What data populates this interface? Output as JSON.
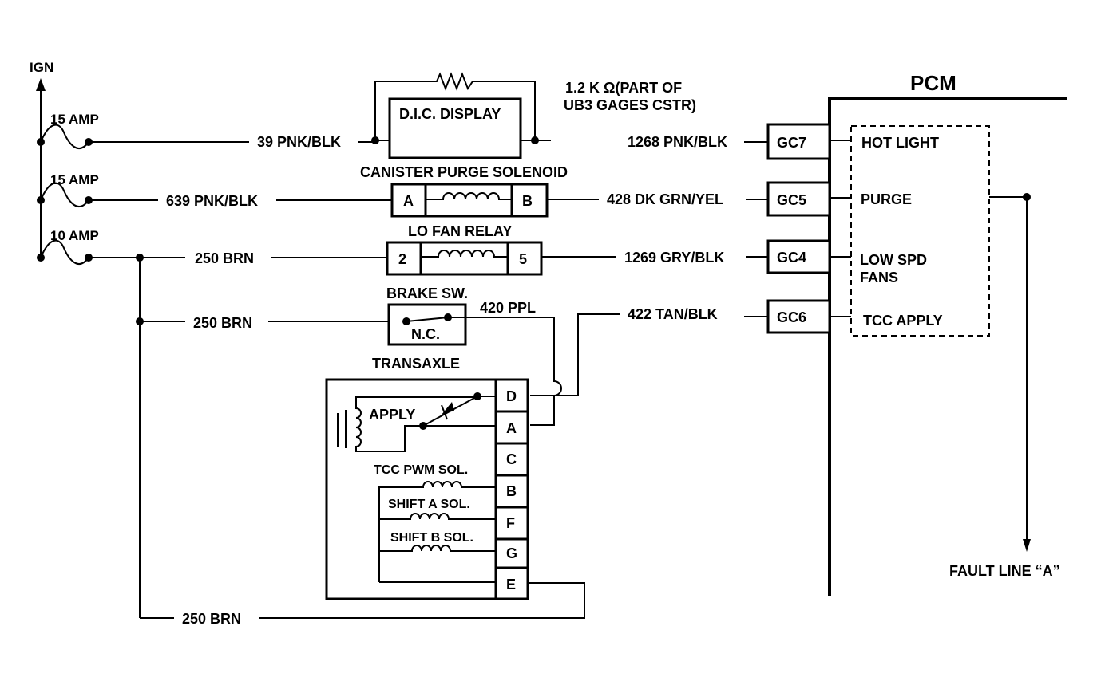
{
  "power": {
    "ign_label": "IGN",
    "fuse1_label": "15 AMP",
    "fuse2_label": "15 AMP",
    "fuse3_label": "10 AMP"
  },
  "wires": {
    "w39": "39 PNK/BLK",
    "w639": "639 PNK/BLK",
    "w250a": "250 BRN",
    "w250b": "250 BRN",
    "w250c": "250 BRN",
    "w1268": "1268 PNK/BLK",
    "w428": "428 DK GRN/YEL",
    "w1269": "1269 GRY/BLK",
    "w422": "422  TAN/BLK",
    "w420": "420 PPL"
  },
  "components": {
    "dic_display": "D.I.C. DISPLAY",
    "resistor_line1": "1.2 K Ω(PART OF",
    "resistor_line2": "UB3 GAGES CSTR)",
    "canister_title": "CANISTER PURGE SOLENOID",
    "canister_pin_a": "A",
    "canister_pin_b": "B",
    "fan_relay_title": "LO FAN RELAY",
    "fan_pin_2": "2",
    "fan_pin_5": "5",
    "brake_title": "BRAKE SW.",
    "brake_nc": "N.C.",
    "transaxle_title": "TRANSAXLE",
    "apply_label": "APPLY",
    "tcc_pwm": "TCC PWM SOL.",
    "shift_a": "SHIFT A SOL.",
    "shift_b": "SHIFT B SOL.",
    "pins": [
      "D",
      "A",
      "C",
      "B",
      "F",
      "G",
      "E"
    ]
  },
  "pcm": {
    "title": "PCM",
    "connectors": [
      "GC7",
      "GC5",
      "GC4",
      "GC6"
    ],
    "hot_light": "HOT LIGHT",
    "purge": "PURGE",
    "low_spd_1": "LOW SPD",
    "low_spd_2": "FANS",
    "tcc_apply": "TCC APPLY",
    "fault_line": "FAULT LINE “A”"
  }
}
